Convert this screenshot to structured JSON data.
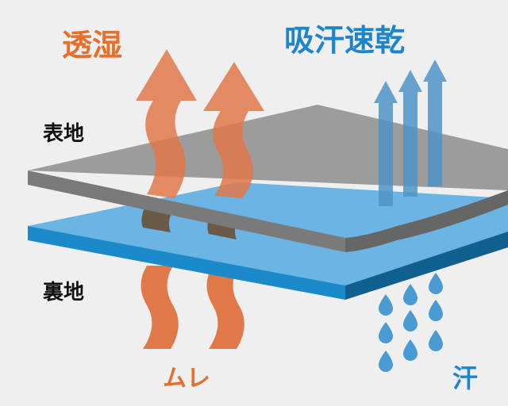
{
  "labels": {
    "moisture_permeable": "透湿",
    "quick_dry": "吸汗速乾",
    "outer_fabric": "表地",
    "inner_fabric": "裏地",
    "humidity": "ムレ",
    "sweat": "汗"
  },
  "colors": {
    "background": "#efefef",
    "orange": "#e0784a",
    "blue_text": "#1e85cc",
    "gray_layer": "#9a9a9a",
    "blue_layer": "#6cb4e4"
  }
}
